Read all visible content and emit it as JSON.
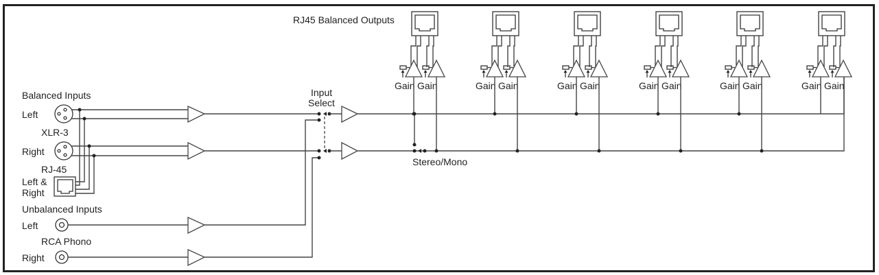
{
  "diagram": {
    "title_outputs": "RJ45 Balanced Outputs",
    "balanced_inputs": {
      "heading": "Balanced Inputs",
      "left_label": "Left",
      "right_label": "Right",
      "xlr_label": "XLR-3",
      "rj45_label": "RJ-45",
      "rj45_channel_label_1": "Left &",
      "rj45_channel_label_2": "Right"
    },
    "unbalanced_inputs": {
      "heading": "Unbalanced Inputs",
      "left_label": "Left",
      "right_label": "Right",
      "rca_label": "RCA Phono"
    },
    "input_select": {
      "line1": "Input",
      "line2": "Select"
    },
    "stereo_mono_label": "Stereo/Mono",
    "outputs": [
      {
        "gain_left": "Gain",
        "gain_right": "Gain"
      },
      {
        "gain_left": "Gain",
        "gain_right": "Gain"
      },
      {
        "gain_left": "Gain",
        "gain_right": "Gain"
      },
      {
        "gain_left": "Gain",
        "gain_right": "Gain"
      },
      {
        "gain_left": "Gain",
        "gain_right": "Gain"
      },
      {
        "gain_left": "Gain",
        "gain_right": "Gain"
      }
    ]
  }
}
